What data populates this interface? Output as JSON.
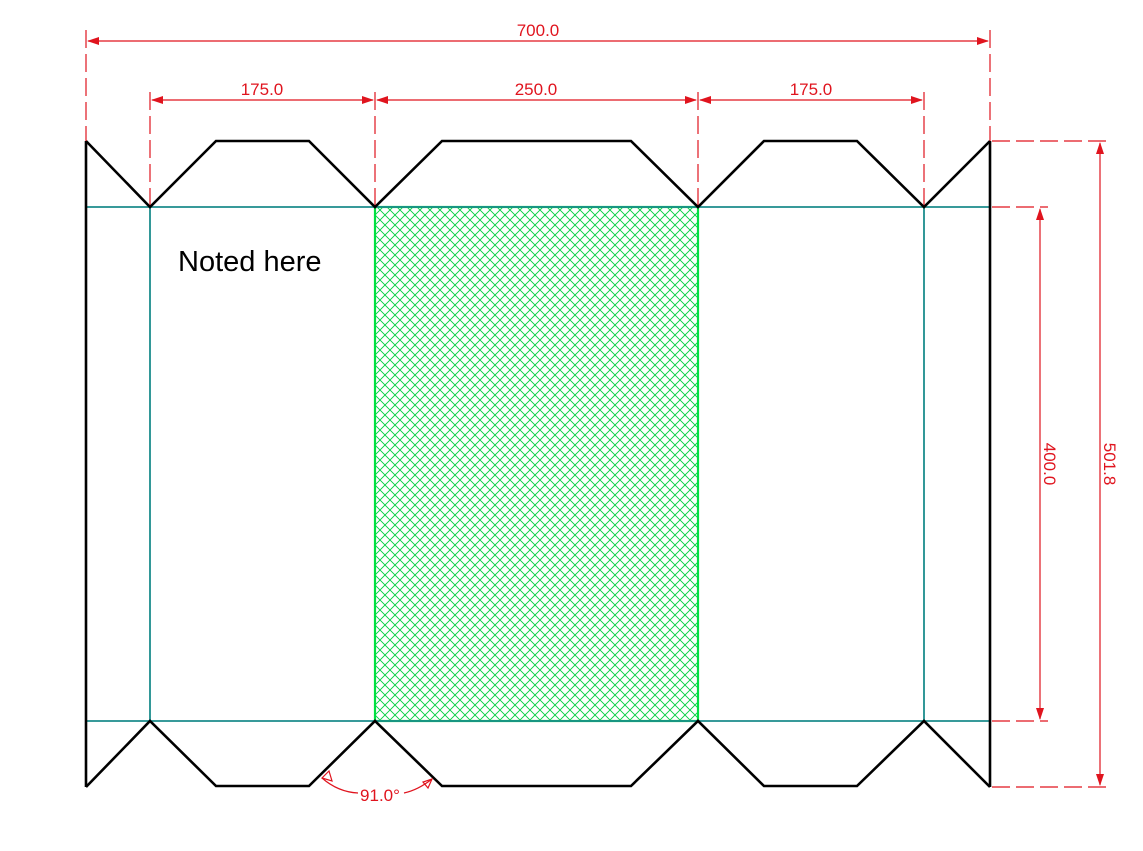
{
  "drawing": {
    "note": "Noted here",
    "dimensions": {
      "overall_width": "700.0",
      "left_panel": "175.0",
      "center_panel": "250.0",
      "right_panel": "175.0",
      "body_height": "400.0",
      "overall_height": "501.8",
      "angle": "91.0°"
    },
    "colors": {
      "outline": "#000000",
      "fold_line": "#1c8c8c",
      "dimension": "#e0141e",
      "hatch": "#00e040"
    }
  }
}
